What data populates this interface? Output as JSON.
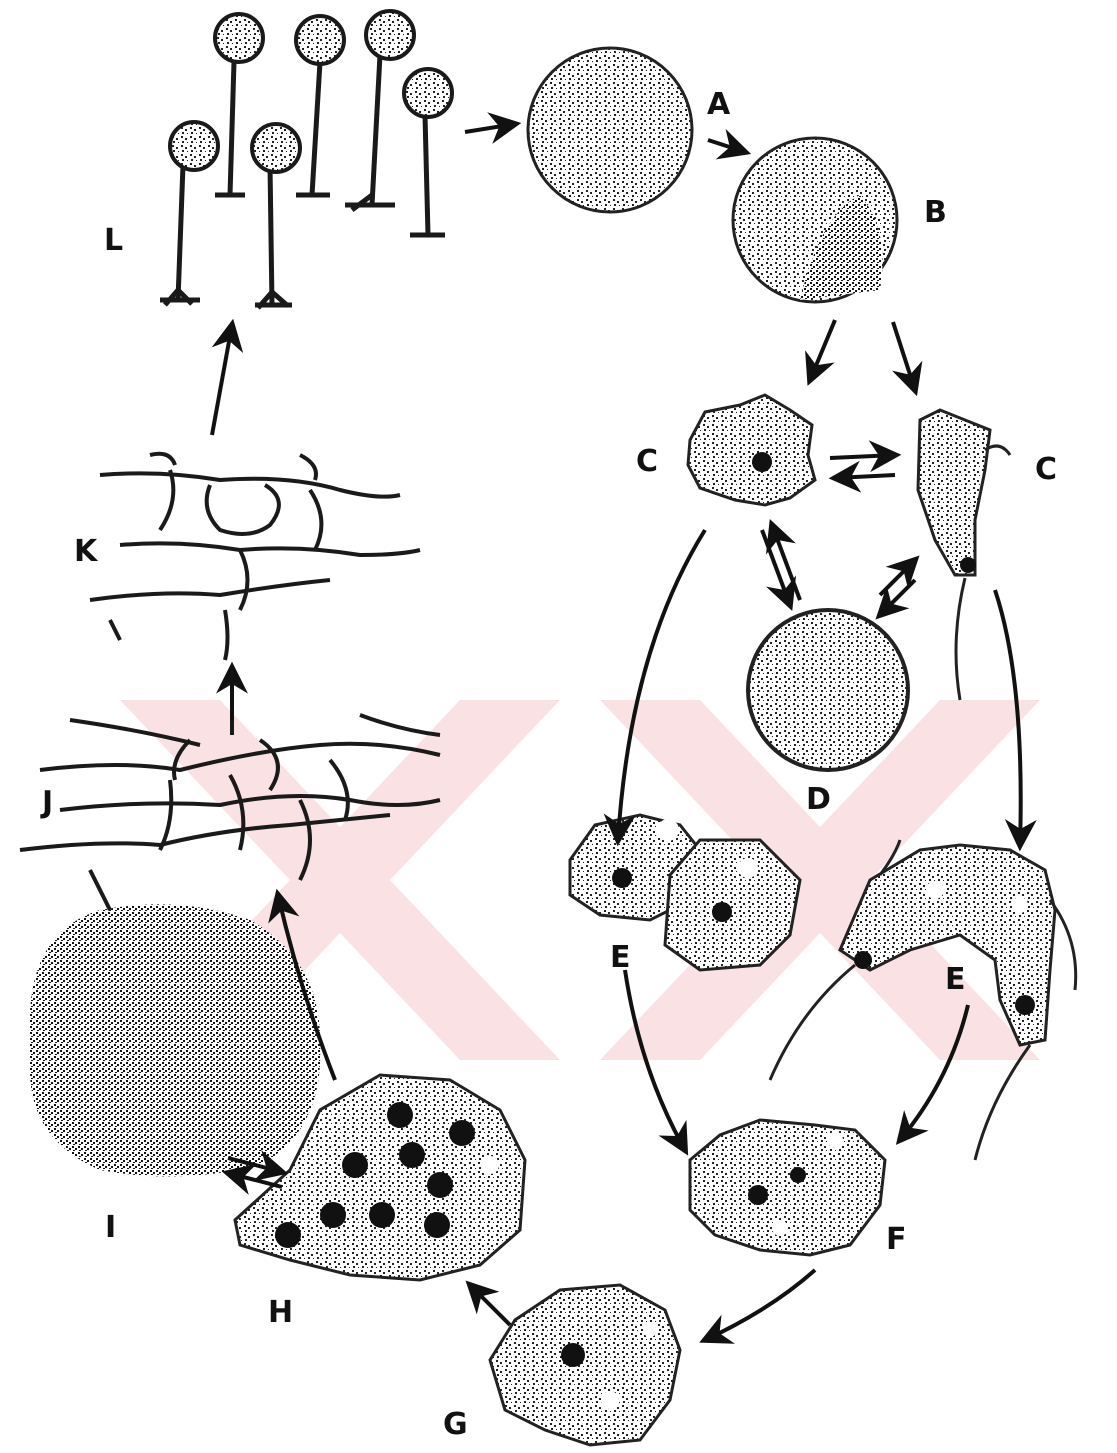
{
  "labels": {
    "A": "A",
    "B": "B",
    "C_left": "C",
    "C_right": "C",
    "D": "D",
    "E_left": "E",
    "E_right": "E",
    "F": "F",
    "G": "G",
    "H": "H",
    "I": "I",
    "J": "J",
    "K": "K",
    "L": "L"
  },
  "colors": {
    "ink": "#1a1a1a",
    "watermark": "#f6c9cf",
    "background": "#ffffff"
  }
}
